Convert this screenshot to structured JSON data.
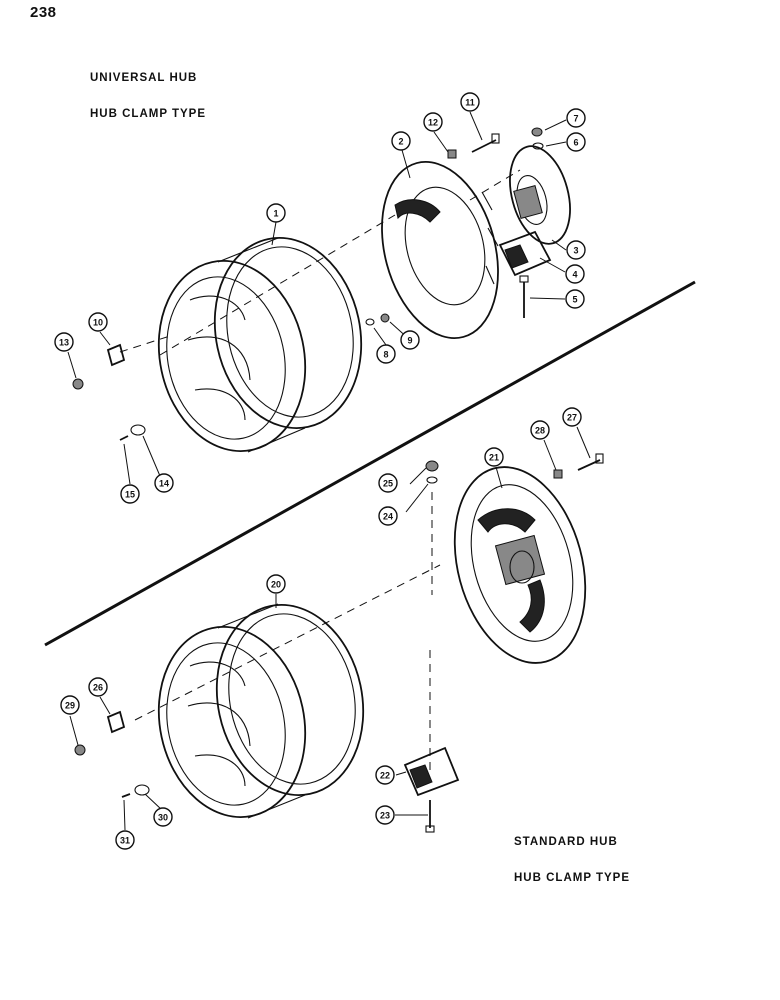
{
  "page": {
    "number": "238"
  },
  "captions": {
    "universal": {
      "line1": "UNIVERSAL HUB",
      "line2": "HUB CLAMP TYPE"
    },
    "standard": {
      "line1": "STANDARD HUB",
      "line2": "HUB CLAMP TYPE"
    }
  },
  "callouts": {
    "c1": "1",
    "c2": "2",
    "c3": "3",
    "c4": "4",
    "c5": "5",
    "c6": "6",
    "c7": "7",
    "c8": "8",
    "c9": "9",
    "c10": "10",
    "c11": "11",
    "c12": "12",
    "c13": "13",
    "c14": "14",
    "c15": "15",
    "c20": "20",
    "c21": "21",
    "c22": "22",
    "c23": "23",
    "c24": "24",
    "c25": "25",
    "c26": "26",
    "c27": "27",
    "c28": "28",
    "c29": "29",
    "c30": "30",
    "c31": "31"
  }
}
